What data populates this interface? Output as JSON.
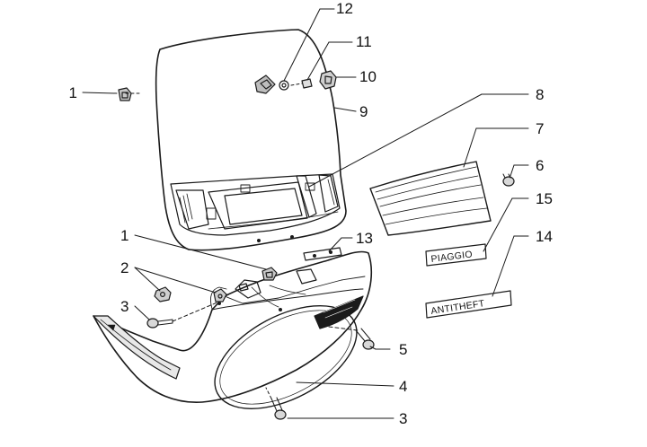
{
  "diagram": {
    "callouts": [
      {
        "id": "c1a",
        "label": "1"
      },
      {
        "id": "c12",
        "label": "12"
      },
      {
        "id": "c11",
        "label": "11"
      },
      {
        "id": "c10",
        "label": "10"
      },
      {
        "id": "c9",
        "label": "9"
      },
      {
        "id": "c8",
        "label": "8"
      },
      {
        "id": "c7",
        "label": "7"
      },
      {
        "id": "c6",
        "label": "6"
      },
      {
        "id": "c15",
        "label": "15"
      },
      {
        "id": "c14",
        "label": "14"
      },
      {
        "id": "c13",
        "label": "13"
      },
      {
        "id": "c1b",
        "label": "1"
      },
      {
        "id": "c2",
        "label": "2"
      },
      {
        "id": "c3a",
        "label": "3"
      },
      {
        "id": "c5",
        "label": "5"
      },
      {
        "id": "c4",
        "label": "4"
      },
      {
        "id": "c3b",
        "label": "3"
      }
    ],
    "badges": {
      "piaggio": "PIAGGIO",
      "antitheft": "ANTITHEFT"
    }
  }
}
